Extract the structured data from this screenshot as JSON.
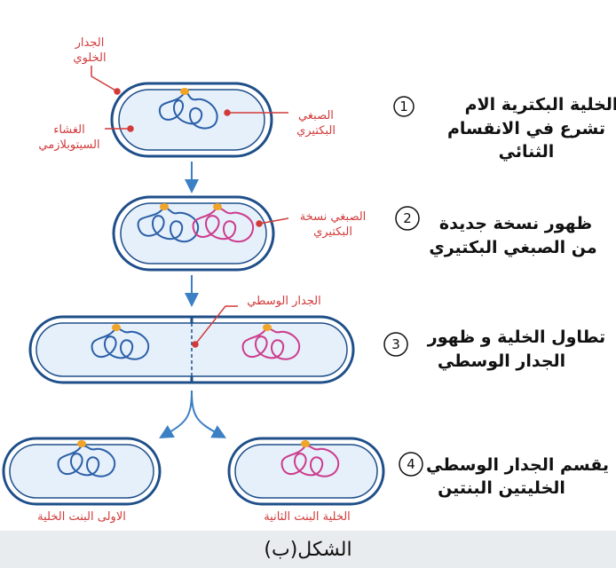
{
  "labels": {
    "cell_wall": [
      "الجدار",
      "الخلوي"
    ],
    "membrane": [
      "الغشاء",
      "السيتوبلازمي"
    ],
    "chromosome": [
      "الصبغي",
      "البكتيري"
    ],
    "new_copy": [
      "الصبغي نسخة",
      "البكتيري"
    ],
    "septum": "الجدار الوسطي",
    "daughter1": "الاولى البنت الخلية",
    "daughter2": "الخلية البنت الثانية"
  },
  "steps": [
    {
      "number": "1",
      "lines": [
        "الخلية البكترية الام",
        "تشرع في الانقسام",
        "الثنائي"
      ]
    },
    {
      "number": "2",
      "lines": [
        "ظهور نسخة جديدة",
        "من الصبغي البكتيري"
      ]
    },
    {
      "number": "3",
      "lines": [
        "تطاول الخلية و ظهور",
        "الجدار الوسطي"
      ]
    },
    {
      "number": "4",
      "lines": [
        "يقسم الجدار الوسطي",
        "الخليتين البنتين"
      ]
    }
  ],
  "caption": "الشكل(ب)",
  "colors": {
    "wall": "#1f4f8a",
    "cytoplasm": "#e6f0fb",
    "dna_blue": "#2b5fa8",
    "dna_pink": "#cc3b8b",
    "origin": "#f0a428",
    "arrow": "#3b7fc4",
    "label": "#d23a3a"
  }
}
